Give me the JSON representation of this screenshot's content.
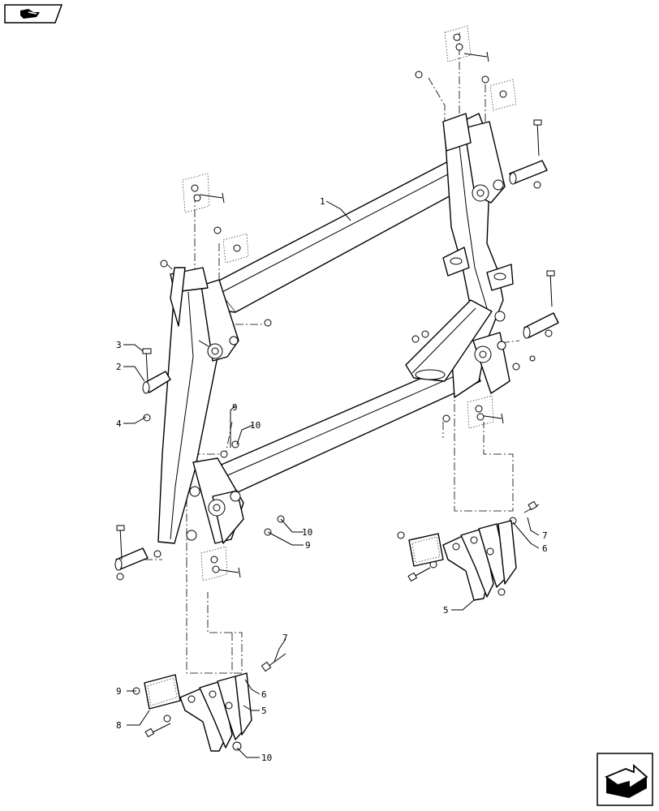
{
  "callouts": [
    {
      "id": "c1",
      "label": "1"
    },
    {
      "id": "c2",
      "label": "2"
    },
    {
      "id": "c3",
      "label": "3"
    },
    {
      "id": "c4",
      "label": "4"
    },
    {
      "id": "c5a",
      "label": "5"
    },
    {
      "id": "c5b",
      "label": "5"
    },
    {
      "id": "c6a",
      "label": "6"
    },
    {
      "id": "c6b",
      "label": "6"
    },
    {
      "id": "c7a",
      "label": "7"
    },
    {
      "id": "c7b",
      "label": "7"
    },
    {
      "id": "c8",
      "label": "8"
    },
    {
      "id": "c9a",
      "label": "9"
    },
    {
      "id": "c9b",
      "label": "9"
    },
    {
      "id": "c9c",
      "label": "9"
    },
    {
      "id": "c10a",
      "label": "10"
    },
    {
      "id": "c10b",
      "label": "10"
    },
    {
      "id": "c10c",
      "label": "10"
    }
  ],
  "icons": {
    "top_left": "book-return-icon",
    "bottom_right": "next-page-arrow-icon"
  }
}
